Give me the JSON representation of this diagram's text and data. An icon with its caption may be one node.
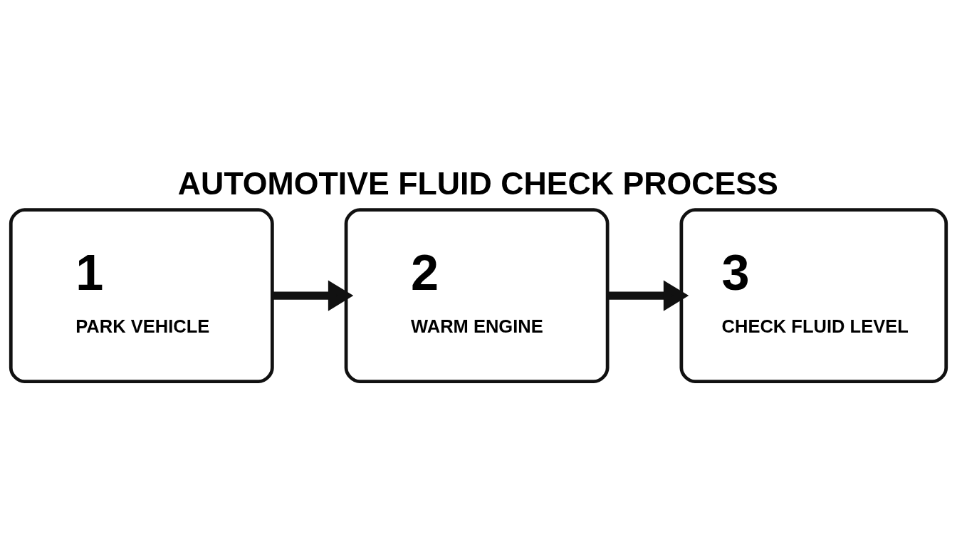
{
  "diagram": {
    "title": "AUTOMOTIVE FLUID CHECK PROCESS",
    "nodes": [
      {
        "text": [
          "1",
          "PARK VEHICLE"
        ]
      },
      {
        "text": [
          "2",
          "WARM ENGINE"
        ]
      },
      {
        "text": [
          "3",
          "CHECK FLUID LEVEL"
        ]
      }
    ],
    "edges": [
      {
        "from": 0,
        "to": 1,
        "arrow": "to"
      },
      {
        "from": 1,
        "to": 2,
        "arrow": "to"
      }
    ]
  }
}
